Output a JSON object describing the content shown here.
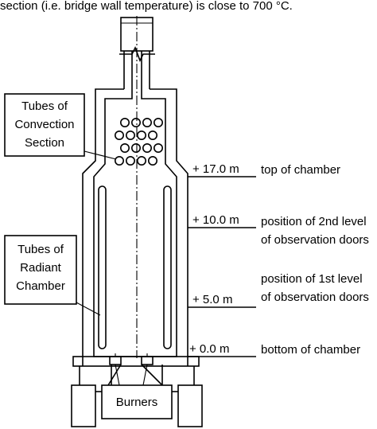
{
  "caption_fragment": "section (i.e. bridge wall temperature) is close to 700 °C.",
  "callouts": {
    "convection": [
      "Tubes of",
      "Convection",
      "Section"
    ],
    "radiant": [
      "Tubes of",
      "Radiant",
      "Chamber"
    ],
    "burners": "Burners"
  },
  "levels": [
    {
      "elevation": "+ 17.0 m",
      "description": [
        "top of chamber"
      ]
    },
    {
      "elevation": "+ 10.0 m",
      "description": [
        "position of 2nd level",
        "of observation doors"
      ]
    },
    {
      "elevation": "+ 5.0 m",
      "description": [
        "position of 1st level",
        "of observation doors"
      ]
    },
    {
      "elevation": "+ 0.0 m",
      "description": [
        "bottom of chamber"
      ]
    }
  ]
}
